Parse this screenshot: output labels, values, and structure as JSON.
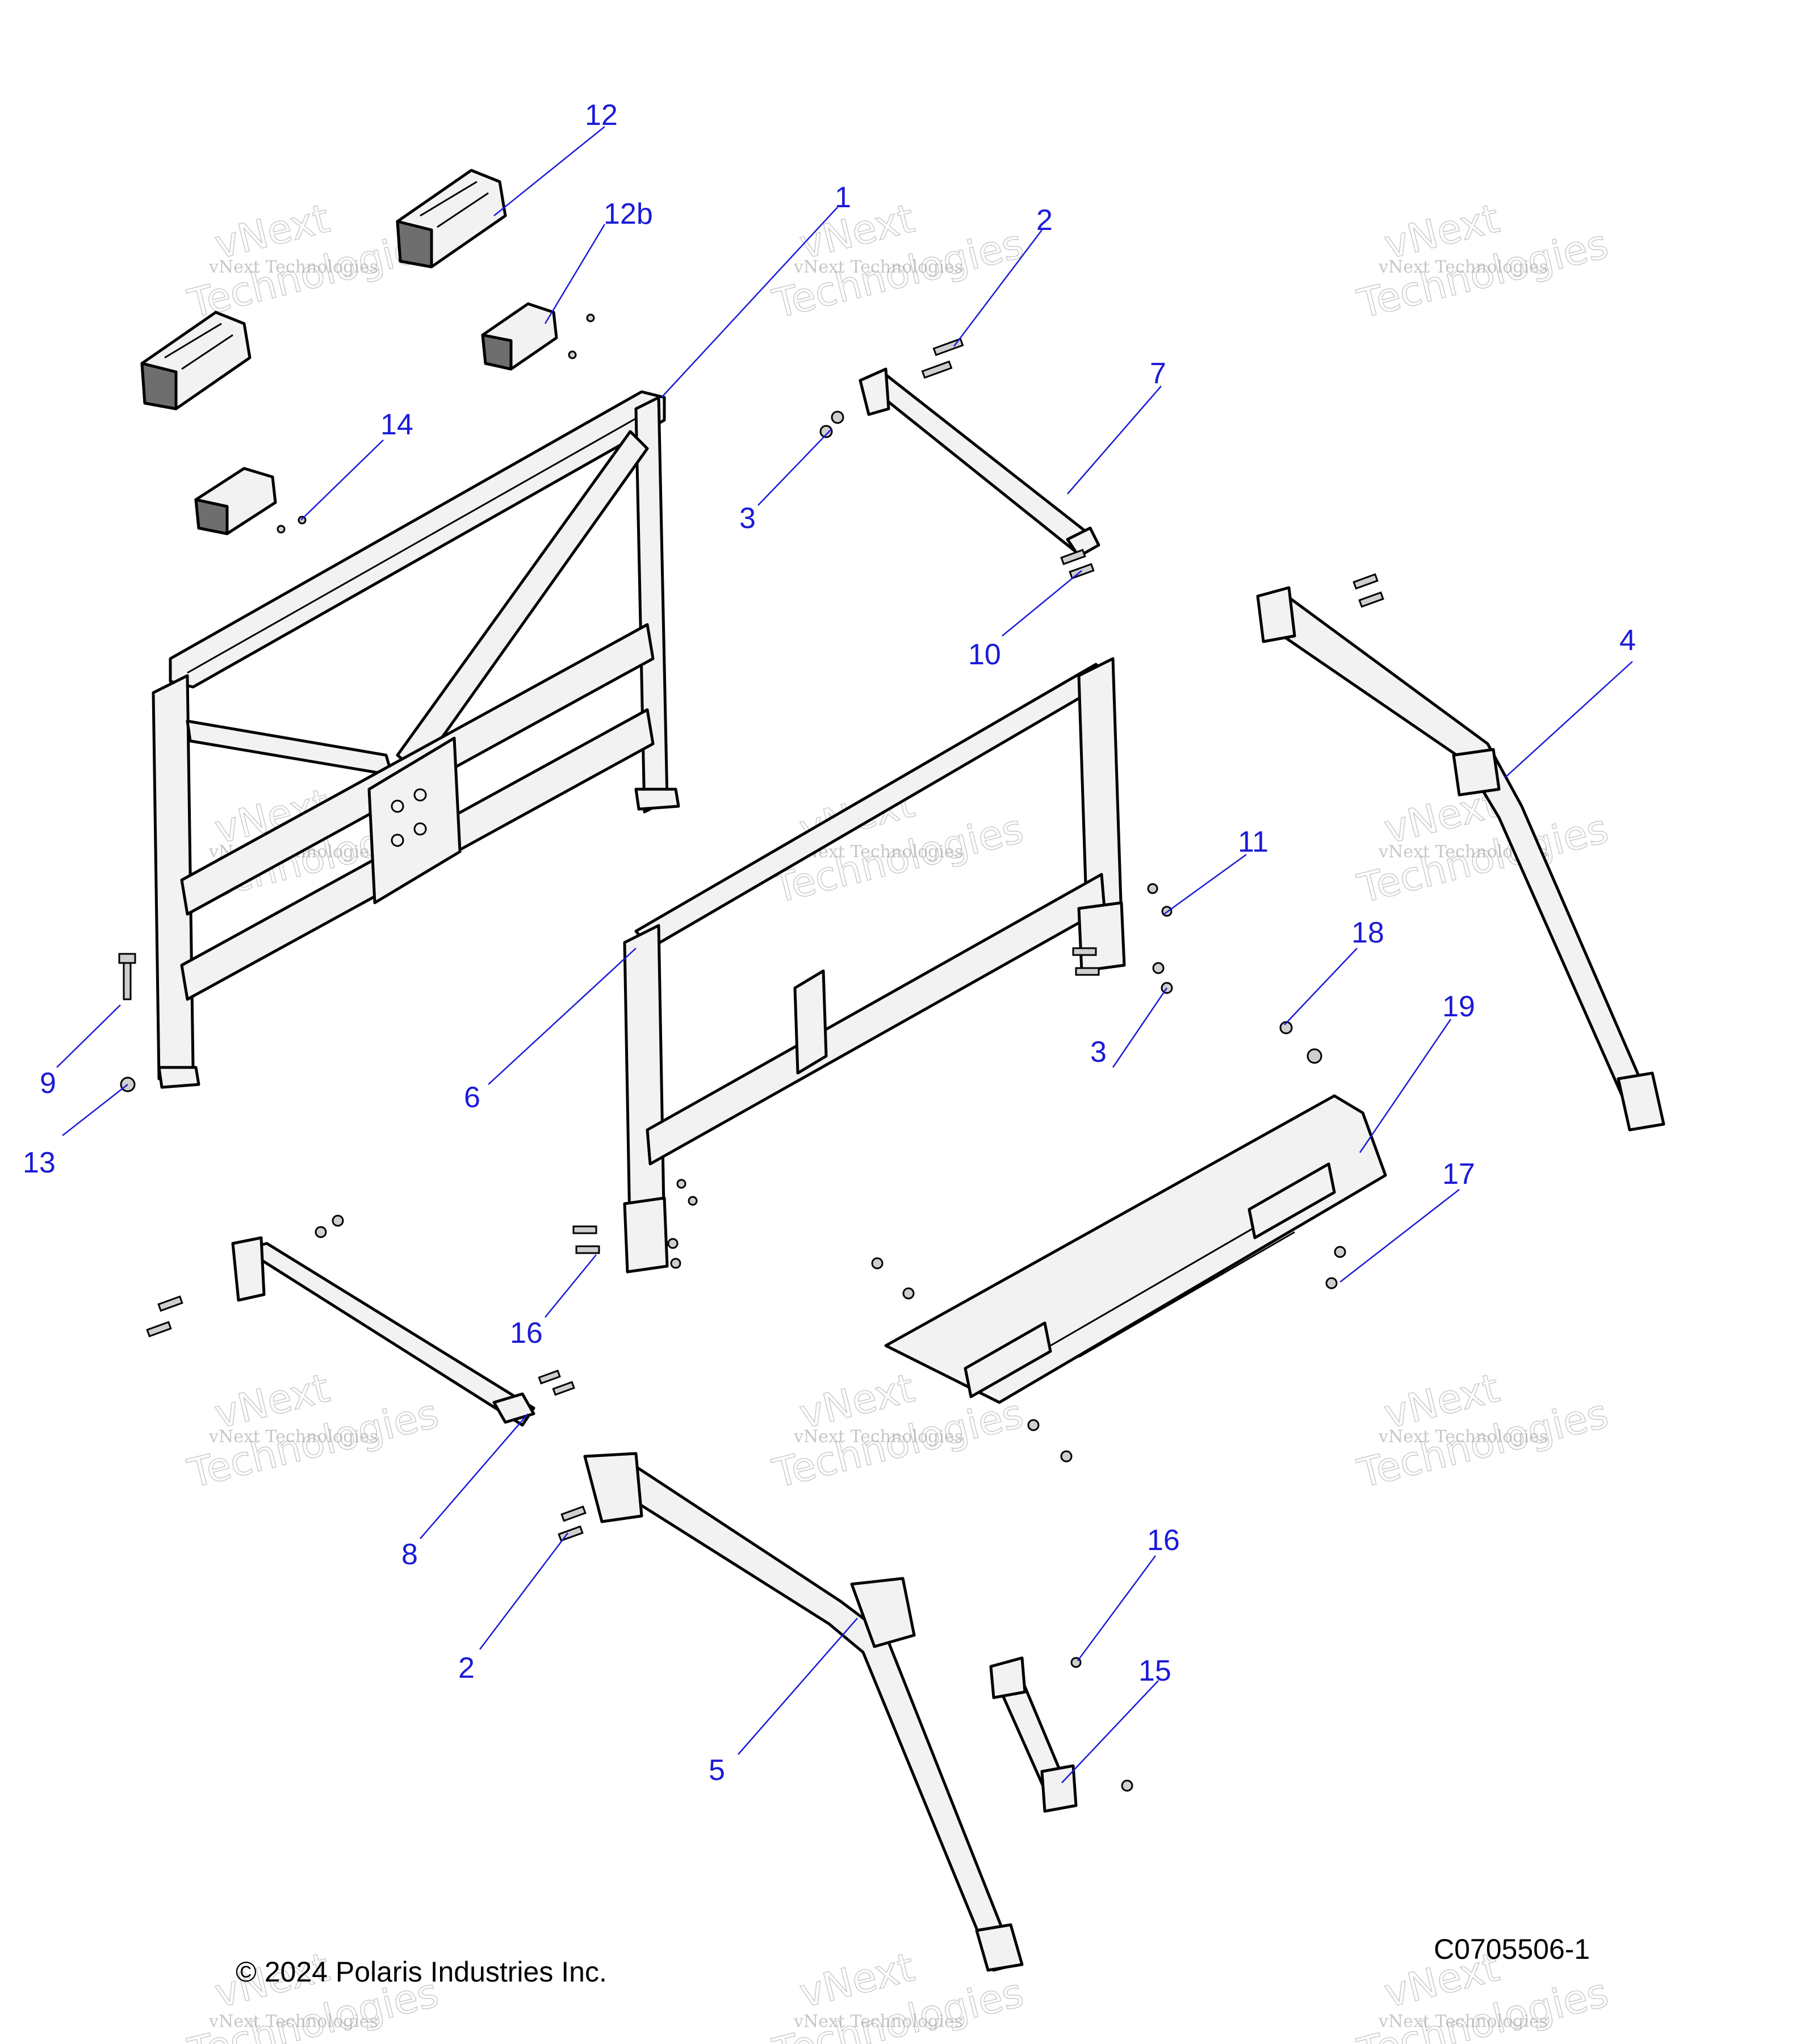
{
  "callouts": {
    "c1": "1",
    "c2a": "2",
    "c2b": "2",
    "c3a": "3",
    "c3b": "3",
    "c4": "4",
    "c5": "5",
    "c6": "6",
    "c7": "7",
    "c8": "8",
    "c9": "9",
    "c10": "10",
    "c11": "11",
    "c12": "12",
    "c12b": "12b",
    "c13": "13",
    "c14": "14",
    "c15": "15",
    "c16a": "16",
    "c16b": "16",
    "c17": "17",
    "c18": "18",
    "c19": "19"
  },
  "watermark": {
    "small": "vNext Technologies",
    "big1": "vNext",
    "big2": "Technologies"
  },
  "footer": {
    "copyright": "© 2024 Polaris Industries Inc.",
    "drawing_id": "C0705506-1"
  },
  "colors": {
    "callout": "#1a1ad8",
    "line": "#000000"
  }
}
